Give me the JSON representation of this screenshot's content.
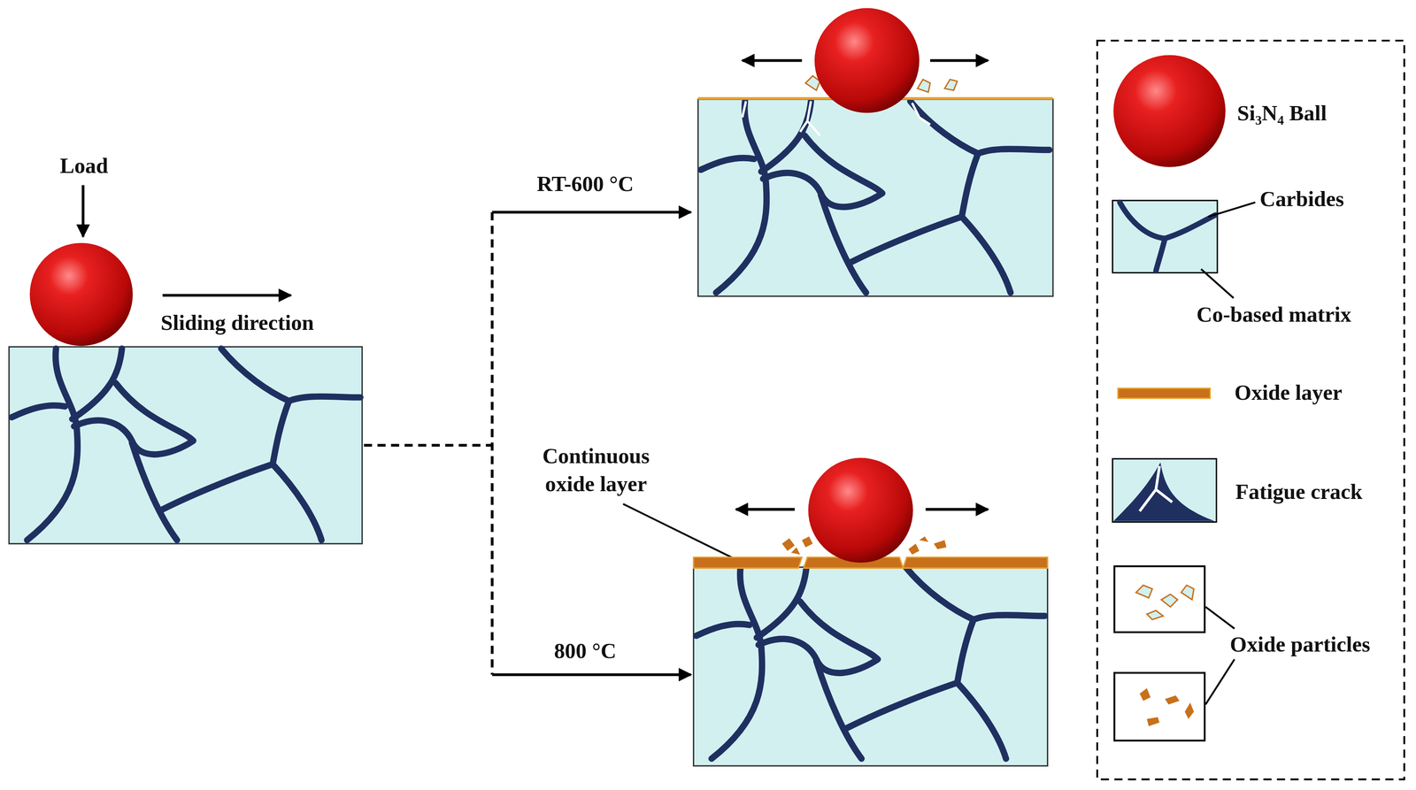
{
  "diagram": {
    "labels": [
      "Load",
      "Sliding direction",
      "RT-600 °C",
      "800 °C",
      "Continuous oxide layer"
    ],
    "legend": [
      {
        "text": "Si₃N₄ Ball"
      },
      {
        "text": "Carbides"
      },
      {
        "text": "Co-based matrix"
      },
      {
        "text": "Oxide layer",
        "color": "#c8701a"
      },
      {
        "text": "Fatigue crack"
      },
      {
        "text": "Oxide particles"
      }
    ]
  }
}
